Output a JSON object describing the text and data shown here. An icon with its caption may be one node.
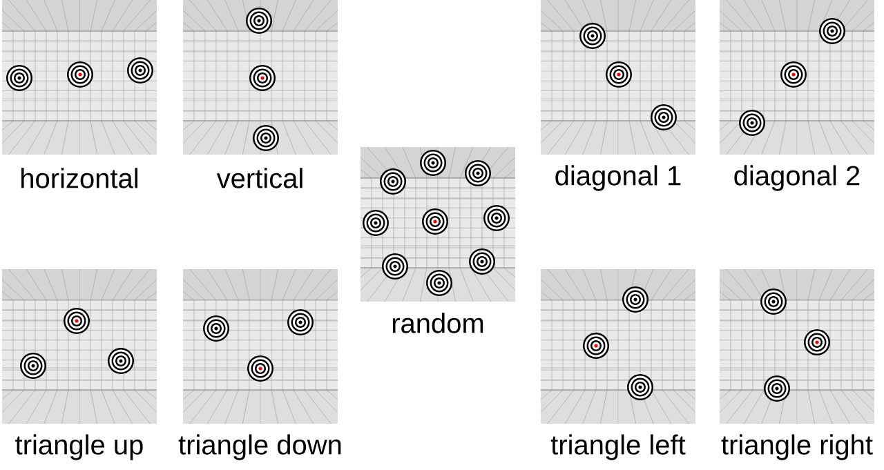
{
  "diagram": {
    "nodes": [
      {
        "text": [],
        "shape": "picture",
        "beside": [
          "horizontal"
        ]
      },
      {
        "text": [],
        "shape": "picture",
        "beside": [
          "vertical"
        ]
      },
      {
        "text": [],
        "shape": "picture",
        "beside": [
          "random"
        ]
      },
      {
        "text": [],
        "shape": "picture",
        "beside": [
          "diagonal 1"
        ]
      },
      {
        "text": [],
        "shape": "picture",
        "beside": [
          "diagonal 2"
        ]
      },
      {
        "text": [],
        "shape": "picture",
        "beside": [
          "triangle up"
        ]
      },
      {
        "text": [],
        "shape": "picture",
        "beside": [
          "triangle down"
        ]
      },
      {
        "text": [],
        "shape": "picture",
        "beside": [
          "triangle left"
        ]
      },
      {
        "text": [],
        "shape": "picture",
        "beside": [
          "triangle right"
        ]
      }
    ]
  }
}
